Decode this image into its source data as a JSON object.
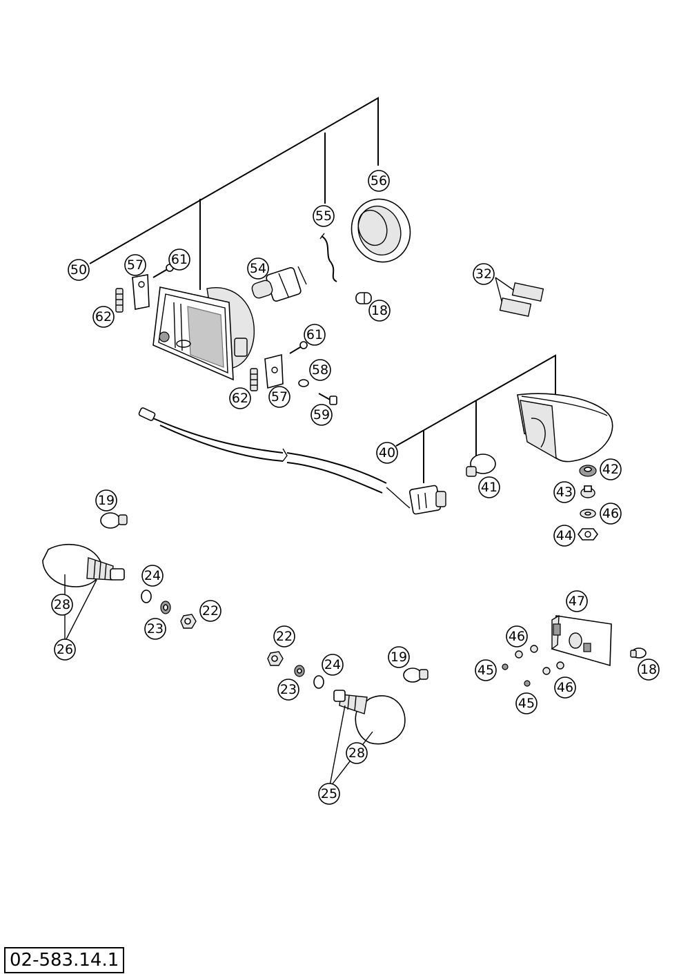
{
  "drawing_number": "02-583.14.1",
  "callouts": [
    {
      "id": "c50a",
      "label": "50"
    },
    {
      "id": "c56",
      "label": "56"
    },
    {
      "id": "c55",
      "label": "55"
    },
    {
      "id": "c57a",
      "label": "57"
    },
    {
      "id": "c61a",
      "label": "61"
    },
    {
      "id": "c54",
      "label": "54"
    },
    {
      "id": "c62a",
      "label": "62"
    },
    {
      "id": "c18a",
      "label": "18"
    },
    {
      "id": "c32",
      "label": "32"
    },
    {
      "id": "c61b",
      "label": "61"
    },
    {
      "id": "c58",
      "label": "58"
    },
    {
      "id": "c62b",
      "label": "62"
    },
    {
      "id": "c57b",
      "label": "57"
    },
    {
      "id": "c59",
      "label": "59"
    },
    {
      "id": "c40",
      "label": "40"
    },
    {
      "id": "c41",
      "label": "41"
    },
    {
      "id": "c42",
      "label": "42"
    },
    {
      "id": "c43",
      "label": "43"
    },
    {
      "id": "c46a",
      "label": "46"
    },
    {
      "id": "c44",
      "label": "44"
    },
    {
      "id": "c19a",
      "label": "19"
    },
    {
      "id": "c24a",
      "label": "24"
    },
    {
      "id": "c28a",
      "label": "28"
    },
    {
      "id": "c22a",
      "label": "22"
    },
    {
      "id": "c23a",
      "label": "23"
    },
    {
      "id": "c26",
      "label": "26"
    },
    {
      "id": "c47",
      "label": "47"
    },
    {
      "id": "c22b",
      "label": "22"
    },
    {
      "id": "c46b",
      "label": "46"
    },
    {
      "id": "c19b",
      "label": "19"
    },
    {
      "id": "c24b",
      "label": "24"
    },
    {
      "id": "c45a",
      "label": "45"
    },
    {
      "id": "c18b",
      "label": "18"
    },
    {
      "id": "c23b",
      "label": "23"
    },
    {
      "id": "c46c",
      "label": "46"
    },
    {
      "id": "c45b",
      "label": "45"
    },
    {
      "id": "c28b",
      "label": "28"
    },
    {
      "id": "c25",
      "label": "25"
    }
  ]
}
